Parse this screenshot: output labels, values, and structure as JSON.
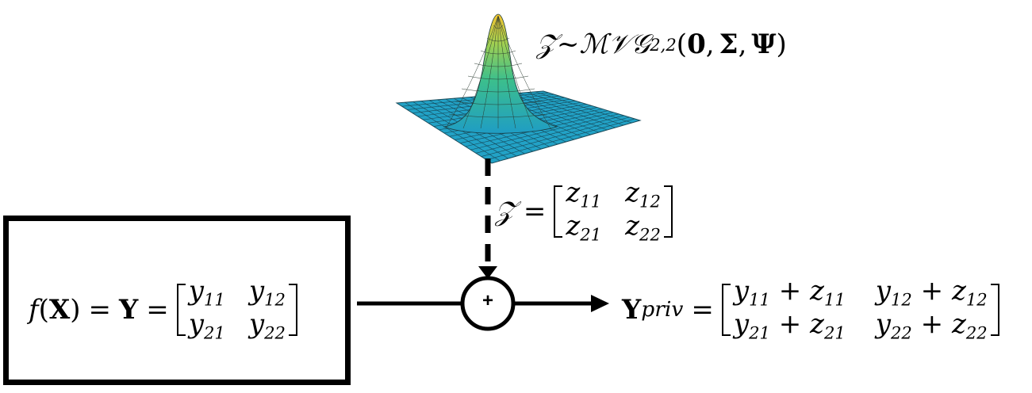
{
  "distribution": {
    "lhs": "𝒵",
    "tilde": "~",
    "name": "ℳ𝒱𝒢",
    "subscript": "2,2",
    "open": "(",
    "zero": "𝟎",
    "comma1": ",",
    "sigma": "𝚺",
    "comma2": ",",
    "psi": "𝚿",
    "close": ")"
  },
  "noise_matrix": {
    "lhs": "𝒵",
    "eq": "=",
    "cells": [
      [
        "z",
        "11"
      ],
      [
        "z",
        "12"
      ],
      [
        "z",
        "21"
      ],
      [
        "z",
        "22"
      ]
    ]
  },
  "function_box": {
    "f": "f",
    "arg_open": "(",
    "arg": "𝐗",
    "arg_close": ")",
    "eq1": "=",
    "y": "𝐘",
    "eq2": "=",
    "cells": [
      [
        "y",
        "11"
      ],
      [
        "y",
        "12"
      ],
      [
        "y",
        "21"
      ],
      [
        "y",
        "22"
      ]
    ]
  },
  "sum_node": {
    "symbol": "+"
  },
  "output": {
    "y": "𝐘",
    "sub": "priv",
    "eq": "=",
    "cells": [
      [
        "y",
        "11",
        " + ",
        "z",
        "11"
      ],
      [
        "y",
        "12",
        " + ",
        "z",
        "12"
      ],
      [
        "y",
        "21",
        " + ",
        "z",
        "21"
      ],
      [
        "y",
        "22",
        " + ",
        "z",
        "22"
      ]
    ]
  },
  "colors": {
    "stroke": "#000000",
    "surface_low": "#1f9dc4",
    "surface_mid": "#4cc27a",
    "surface_high": "#f2c94c"
  }
}
